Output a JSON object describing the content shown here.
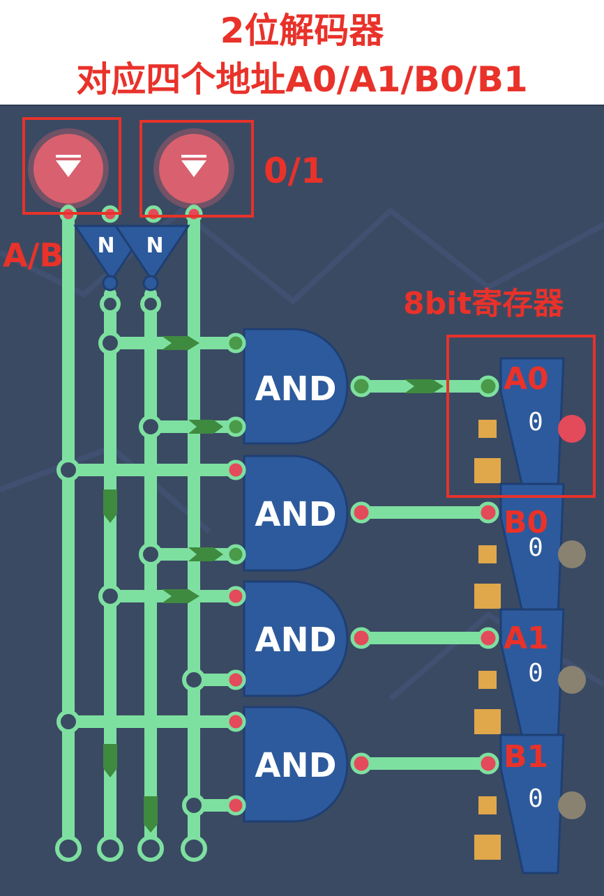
{
  "title": {
    "line1": "2位解码器",
    "line2": "对应四个地址A0/A1/B0/B1"
  },
  "annotations": {
    "inputs_label": "0/1",
    "input_a_b_label": "A/B",
    "register_label": "8bit寄存器"
  },
  "gates": [
    {
      "label": "AND",
      "output_on": true
    },
    {
      "label": "AND",
      "output_on": false
    },
    {
      "label": "AND",
      "output_on": false
    },
    {
      "label": "AND",
      "output_on": false
    }
  ],
  "not_gates": [
    {
      "label": "N"
    },
    {
      "label": "N"
    }
  ],
  "registers": [
    {
      "address": "A0",
      "value": "0",
      "lamp_on": true
    },
    {
      "address": "B0",
      "value": "0",
      "lamp_on": false
    },
    {
      "address": "A1",
      "value": "0",
      "lamp_on": false
    },
    {
      "address": "B1",
      "value": "0",
      "lamp_on": false
    }
  ],
  "colors": {
    "background": "#3a4a63",
    "wire": "#7ee0a0",
    "gate": "#2d5a9c",
    "highlight": "#e8322a",
    "input_button": "#d9606e",
    "pin_on": "#e34a5a",
    "pin_off": "#4a9a4a",
    "lamp_off": "#8a8270",
    "register_pad": "#e0a84a"
  }
}
